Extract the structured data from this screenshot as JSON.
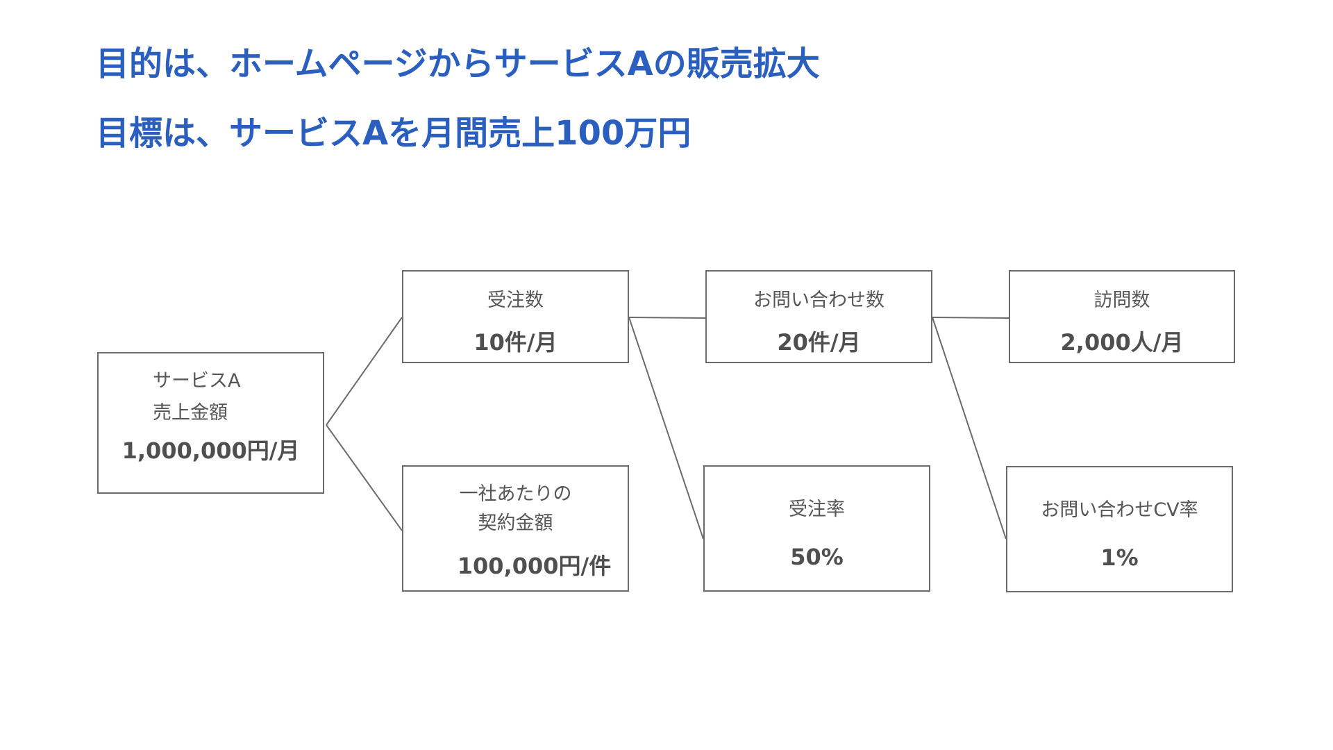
{
  "header": {
    "purpose": "目的は、ホームページからサービスAの販売拡大",
    "goal": "目標は、サービスAを月間売上100万円"
  },
  "kpi_tree": {
    "root": {
      "label_line1": "サービスA",
      "label_line2": "売上金額",
      "value": "1,000,000円/月"
    },
    "orders": {
      "label": "受注数",
      "value": "10件/月"
    },
    "inquiries": {
      "label": "お問い合わせ数",
      "value": "20件/月"
    },
    "visits": {
      "label": "訪問数",
      "value": "2,000人/月"
    },
    "contract_amount": {
      "label_line1": "一社あたりの",
      "label_line2": "契約金額",
      "value": "100,000円/件"
    },
    "order_rate": {
      "label": "受注率",
      "value": "50%"
    },
    "inquiry_cv_rate": {
      "label": "お問い合わせCV率",
      "value": "1%"
    }
  },
  "colors": {
    "title": "#2b5fbf",
    "text": "#555555",
    "border": "#6b6b6b"
  }
}
